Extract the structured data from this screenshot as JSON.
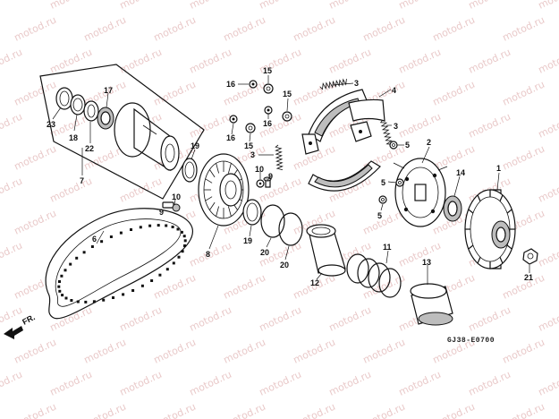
{
  "diagram": {
    "part_labels": {
      "p1": "1",
      "p2": "2",
      "p3a": "3",
      "p3b": "3",
      "p3c": "3",
      "p4": "4",
      "p5a": "5",
      "p5b": "5",
      "p5c": "5",
      "p6": "6",
      "p7": "7",
      "p8": "8",
      "p9a": "9",
      "p9b": "9",
      "p10a": "10",
      "p10b": "10",
      "p11": "11",
      "p12": "12",
      "p13": "13",
      "p14": "14",
      "p15a": "15",
      "p15b": "15",
      "p15c": "15",
      "p16a": "16",
      "p16b": "16",
      "p16c": "16",
      "p17": "17",
      "p18": "18",
      "p19a": "19",
      "p19b": "19",
      "p20a": "20",
      "p20b": "20",
      "p21": "21",
      "p22": "22",
      "p23": "23"
    },
    "front_marker": "FR.",
    "figure_code": "GJ38-E0700",
    "watermark": "motod.ru"
  }
}
